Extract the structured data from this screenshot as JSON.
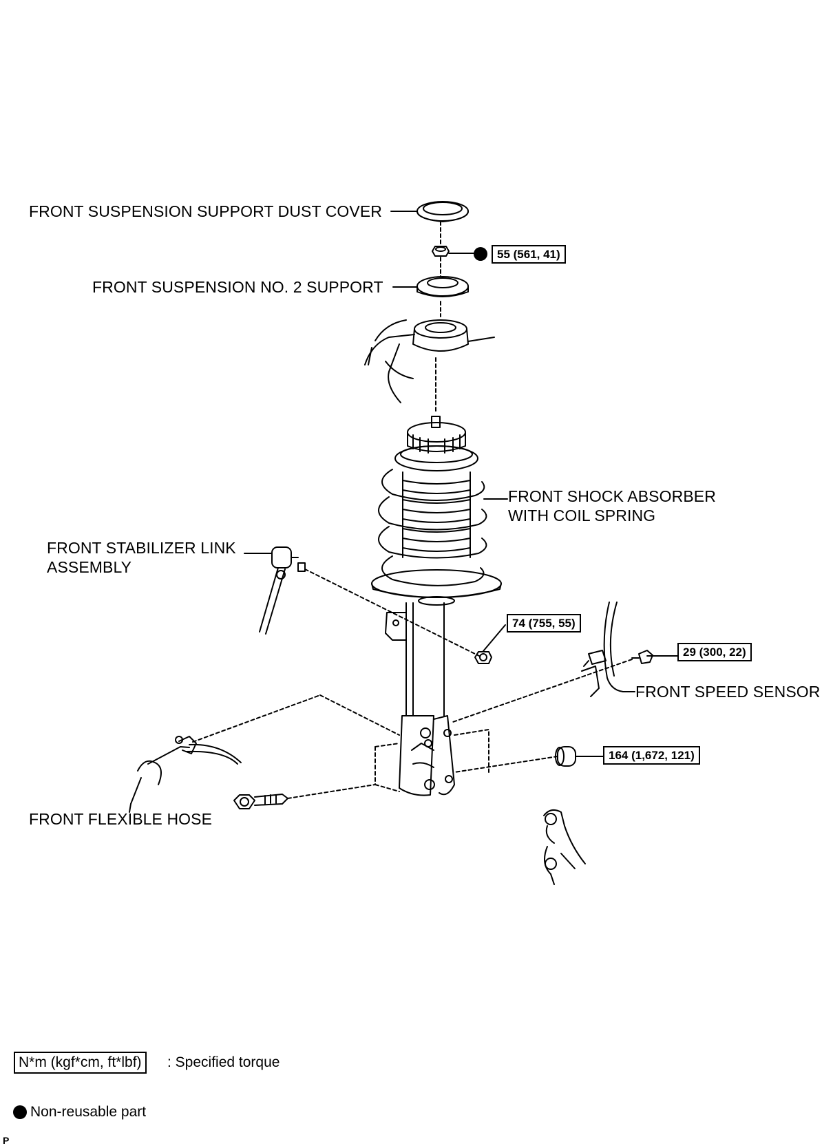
{
  "labels": {
    "dust_cover": "FRONT SUSPENSION SUPPORT DUST COVER",
    "no2_support": "FRONT SUSPENSION NO. 2 SUPPORT",
    "shock_line1": "FRONT SHOCK ABSORBER",
    "shock_line2": "WITH COIL SPRING",
    "stabilizer_line1": "FRONT STABILIZER LINK",
    "stabilizer_line2": "ASSEMBLY",
    "speed_sensor": "FRONT SPEED SENSOR",
    "flexible_hose": "FRONT FLEXIBLE HOSE"
  },
  "torques": {
    "nut_top": "55 (561, 41)",
    "stabilizer_nut": "74 (755, 55)",
    "sensor_bolt": "29 (300, 22)",
    "knuckle_nut": "164 (1,672, 121)"
  },
  "legend": {
    "torque_unit": "N*m (kgf*cm, ft*lbf)",
    "torque_desc": ": Specified torque",
    "non_reusable": "Non-reusable part"
  },
  "corner_mark": "P",
  "colors": {
    "line": "#000000",
    "background": "#ffffff"
  }
}
